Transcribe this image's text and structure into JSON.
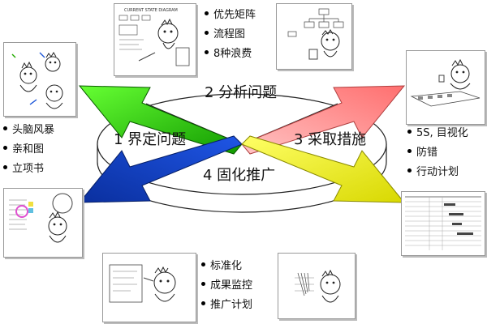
{
  "diagram": {
    "phases": [
      {
        "id": "define",
        "label": "1  界定问题"
      },
      {
        "id": "analyze",
        "label": "2  分析问题"
      },
      {
        "id": "act",
        "label": "3  采取措施"
      },
      {
        "id": "standardize",
        "label": "4  固化推广"
      }
    ],
    "tools": {
      "define": [
        "头脑风暴",
        "亲和图",
        "立项书"
      ],
      "analyze": [
        "优先矩阵",
        "流程图",
        "8种浪费"
      ],
      "act": [
        "5S, 目视化",
        "防错",
        "行动计划"
      ],
      "standardize": [
        "标准化",
        "成果监控",
        "推广计划"
      ]
    },
    "colors": {
      "green": "#22cc00",
      "pink": "#ff9a9a",
      "blue": "#0a3fcc",
      "yellow": "#f2f200",
      "disc": "#ffffff",
      "outline": "#222222"
    },
    "sketch_caption": "CURRENT STATE DIAGRAM"
  }
}
